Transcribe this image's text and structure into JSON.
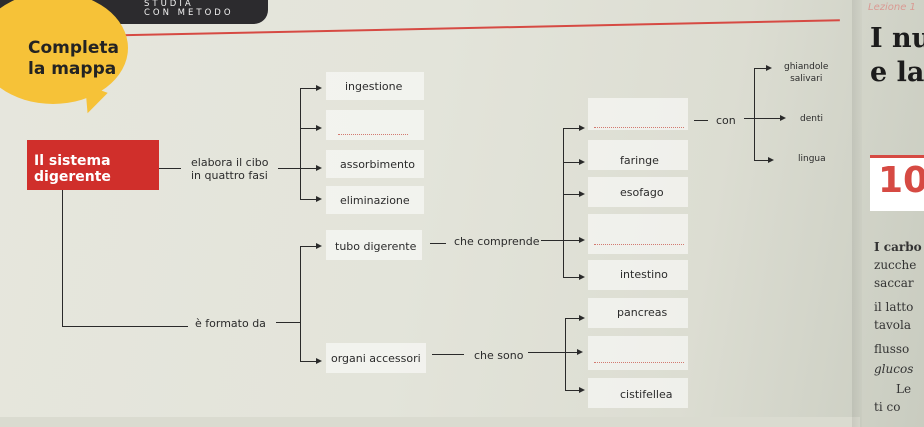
{
  "header": {
    "brand_line1": "STUDIA",
    "brand_line2": "CON METODO",
    "right_top": "Lezione 1"
  },
  "bubble": {
    "title": "Completa\nla mappa"
  },
  "map": {
    "root": "Il sistema\ndigerente",
    "elabora": "elabora il cibo\nin quattro fasi",
    "fasi": [
      "ingestione",
      "",
      "assorbimento",
      "eliminazione"
    ],
    "formato": "è formato da",
    "tubo": "tubo digerente",
    "che_comprende": "che comprende",
    "tubo_parts": [
      "",
      "faringe",
      "esofago",
      "",
      "intestino"
    ],
    "con": "con",
    "con_items": [
      "ghiandole\nsalivari",
      "denti",
      "lingua"
    ],
    "organi": "organi accessori",
    "che_sono": "che sono",
    "organi_parts": [
      "pancreas",
      "",
      "cistifellea"
    ]
  },
  "right_page": {
    "heading_lines": [
      "I nu",
      "e la"
    ],
    "number": "10",
    "text_lines": [
      "I carbo",
      "zucche",
      "saccar",
      "il latto",
      "tavola",
      "flusso",
      "glucos",
      "Le",
      "ti co"
    ]
  }
}
